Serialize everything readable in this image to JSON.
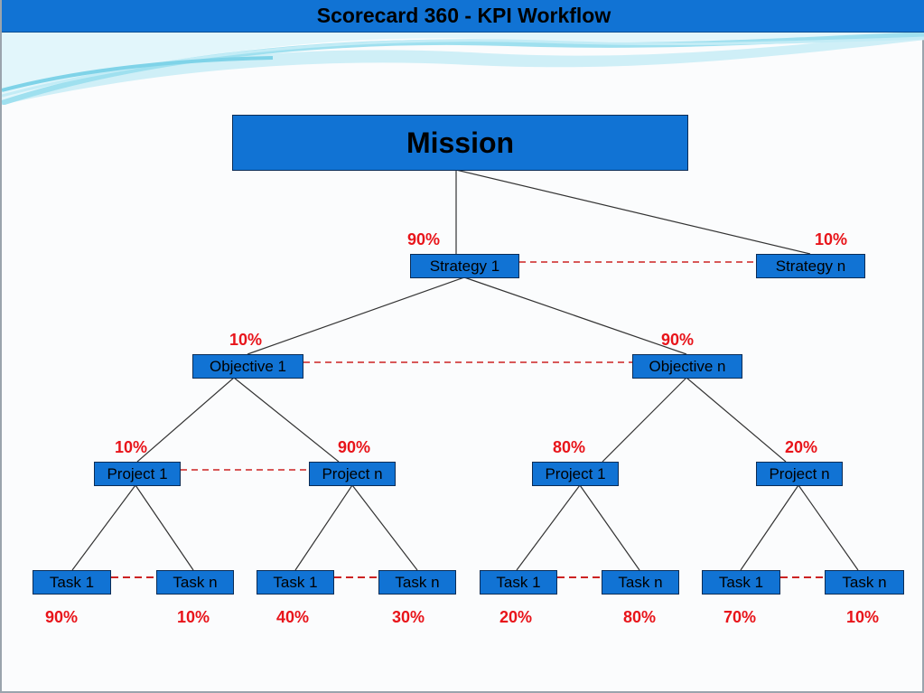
{
  "title": "Scorecard 360 - KPI Workflow",
  "colors": {
    "box_fill": "#1173d4",
    "percent_text": "#e8141a",
    "link_dashed": "#cc2222",
    "edge": "#333333"
  },
  "nodes": {
    "mission": "Mission",
    "strategy_1": "Strategy 1",
    "strategy_n": "Strategy n",
    "objective_1": "Objective 1",
    "objective_n": "Objective n",
    "project_1a": "Project 1",
    "project_na": "Project n",
    "project_1b": "Project 1",
    "project_nb": "Project n",
    "task_1a": "Task 1",
    "task_na": "Task n",
    "task_1b": "Task 1",
    "task_nb": "Task n",
    "task_1c": "Task 1",
    "task_nc": "Task n",
    "task_1d": "Task 1",
    "task_nd": "Task n"
  },
  "weights": {
    "strategy_1": "90%",
    "strategy_n": "10%",
    "objective_1": "10%",
    "objective_n": "90%",
    "project_1a": "10%",
    "project_na": "90%",
    "project_1b": "80%",
    "project_nb": "20%",
    "task_1a": "90%",
    "task_na": "10%",
    "task_1b": "40%",
    "task_nb": "30%",
    "task_1c": "20%",
    "task_nc": "80%",
    "task_1d": "70%",
    "task_nd": "10%"
  }
}
